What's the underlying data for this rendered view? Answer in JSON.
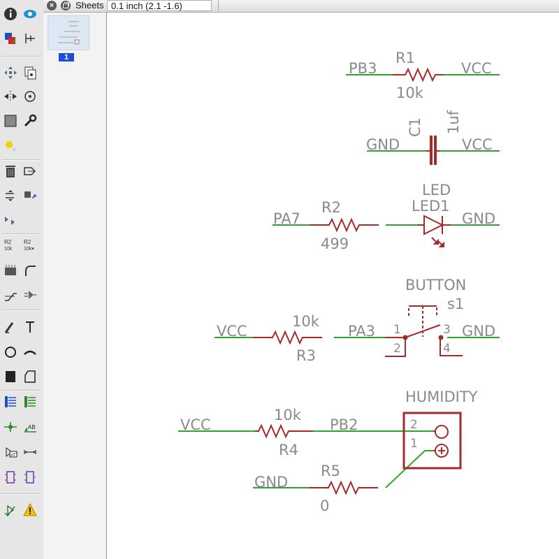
{
  "tabbar": {
    "sheets_label": "Sheets",
    "coordinates": "0.1 inch (2.1 -1.6)"
  },
  "sheets_panel": {
    "thumbnails": [
      {
        "number": "1"
      }
    ]
  },
  "toolbar": {
    "tools": [
      "info-icon",
      "show-icon",
      "display-layers-icon",
      "mark-icon",
      "move-icon",
      "copy-icon",
      "mirror-icon",
      "rotate-icon",
      "group-icon",
      "change-icon",
      "paste-icon",
      "delete-icon",
      "add-part-icon",
      "pinswap-icon",
      "replace-icon",
      "gateswap-icon",
      "name-icon",
      "value-icon",
      "smash-icon",
      "miter-icon",
      "split-icon",
      "invoke-icon",
      "wire-icon",
      "text-icon",
      "circle-icon",
      "arc-icon",
      "rect-icon",
      "polygon-icon",
      "bus-icon",
      "net-icon",
      "junction-icon",
      "label-icon",
      "attribute-icon",
      "dimension-icon",
      "frame-icon",
      "module-icon",
      "erc-icon",
      "errors-icon"
    ]
  },
  "schematic": {
    "colors": {
      "wire": "#2ea62e",
      "symbol": "#a52a2a",
      "text": "#8a8a8a"
    },
    "r1": {
      "name": "R1",
      "value": "10k",
      "left_net": "PB3",
      "right_net": "VCC"
    },
    "c1": {
      "name": "C1",
      "value": "1uf",
      "left_net": "GND",
      "right_net": "VCC"
    },
    "led": {
      "part": "LED",
      "name": "LED1",
      "right_net": "GND"
    },
    "r2": {
      "name": "R2",
      "value": "499",
      "left_net": "PA7"
    },
    "button": {
      "part": "BUTTON",
      "name": "s1",
      "pin1": "1",
      "pin2": "2",
      "pin3": "3",
      "pin4": "4",
      "left_net": "PA3",
      "right_net": "GND"
    },
    "r3": {
      "name": "R3",
      "value": "10k",
      "left_net": "VCC"
    },
    "humidity": {
      "part": "HUMIDITY",
      "pin2": "2",
      "pin1": "1",
      "net": "PB2"
    },
    "r4": {
      "name": "R4",
      "value": "10k",
      "left_net": "VCC"
    },
    "r5": {
      "name": "R5",
      "value": "0",
      "left_net": "GND"
    }
  }
}
